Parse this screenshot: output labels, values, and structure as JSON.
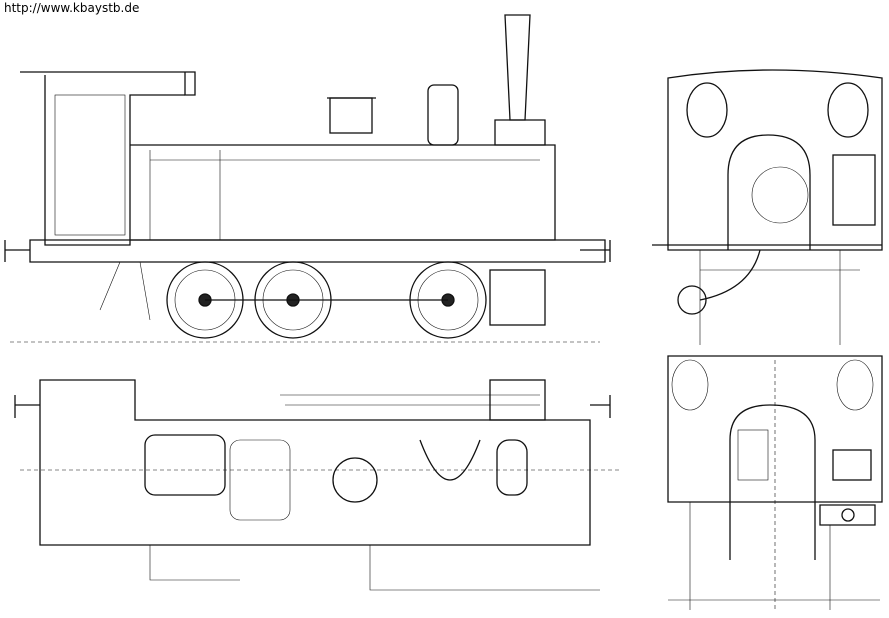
{
  "watermark": {
    "url": "http://www.kbaystb.de"
  },
  "drawing": {
    "views": [
      "side-elevation",
      "plan-view",
      "front-end-view",
      "rear-section-view"
    ]
  }
}
